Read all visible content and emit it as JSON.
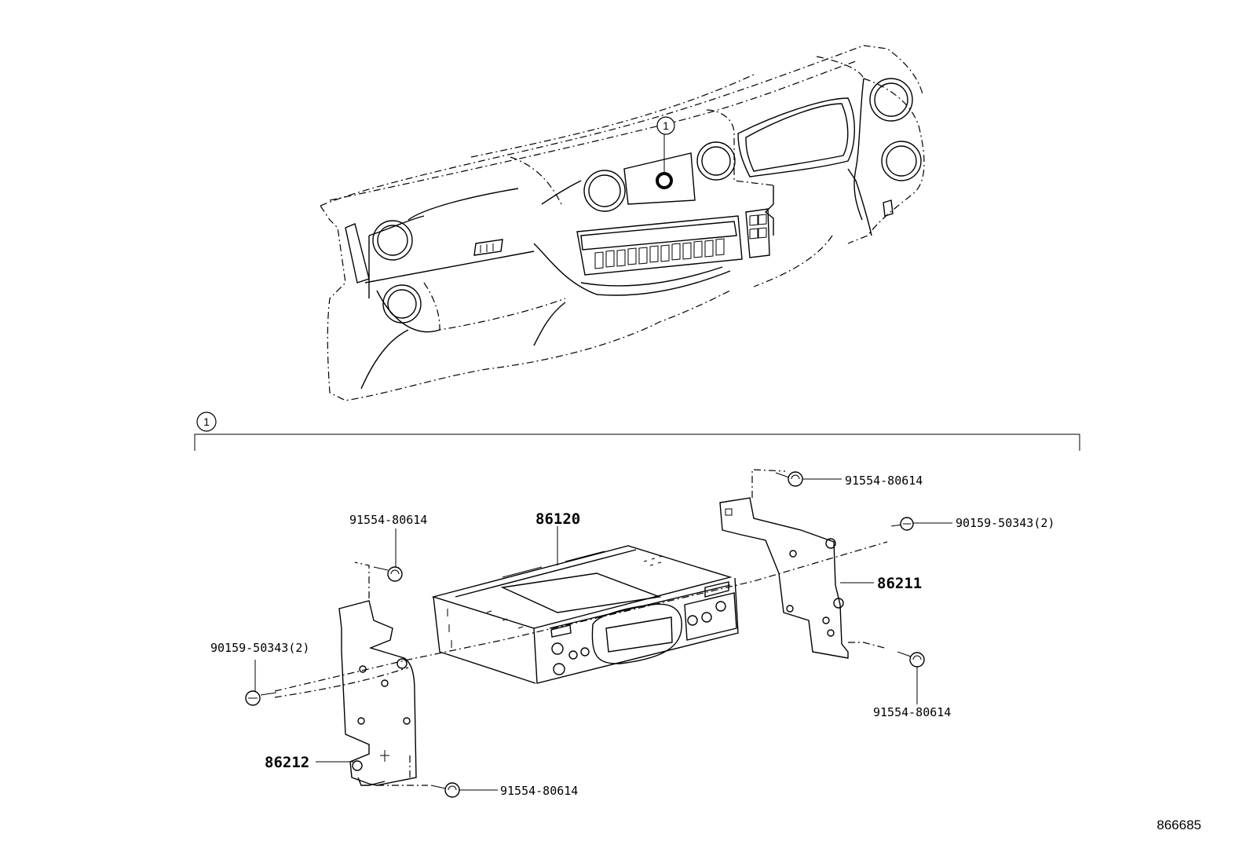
{
  "diagram": {
    "callout_marker": "1",
    "group_marker": "1",
    "reference_code": "866685",
    "parts": {
      "radio_receiver": "86120",
      "bracket_right": "86211",
      "bracket_left": "86212",
      "screw_top_left": "91554-80614",
      "screw_top_right": "91554-80614",
      "screw_bottom_right": "91554-80614",
      "screw_bottom_left": "91554-80614",
      "bolt_left": "90159-50343(2)",
      "bolt_right": "90159-50343(2)"
    }
  }
}
